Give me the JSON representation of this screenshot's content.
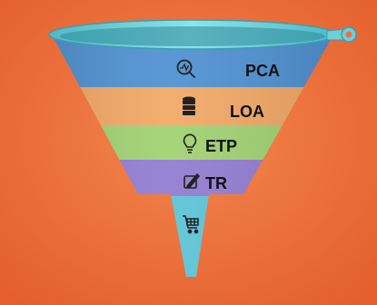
{
  "funnel": {
    "stages": [
      {
        "label": "PCA",
        "icon": "chart-search-icon",
        "color": "#4c8fd1"
      },
      {
        "label": "LOA",
        "icon": "database-icon",
        "color": "#f2a763"
      },
      {
        "label": "ETP",
        "icon": "lightbulb-icon",
        "color": "#9fd16f"
      },
      {
        "label": "TR",
        "icon": "edit-icon",
        "color": "#8f7ad1"
      },
      {
        "label": "",
        "icon": "shopping-cart-icon",
        "color": "#59c3d6"
      }
    ],
    "colors": {
      "background": "#f06e3d",
      "rim": "#6ecfd8",
      "rim_inner": "#3a9fb0"
    }
  }
}
